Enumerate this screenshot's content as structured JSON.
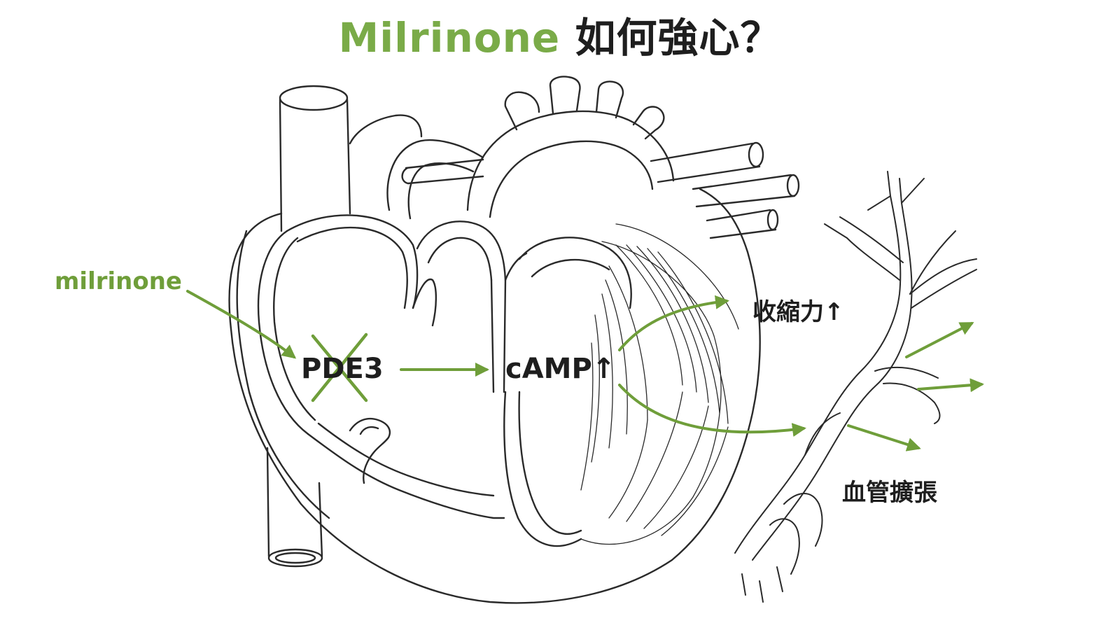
{
  "title": {
    "drug_name": "Milrinone",
    "question": "如何強心？"
  },
  "labels": {
    "milrinone": "milrinone",
    "pde3": "PDE3",
    "camp": "cAMP↑",
    "contractility": "收縮力↑",
    "vasodilation": "血管擴張"
  },
  "colors": {
    "accent_green": "#6f9e3a",
    "line_art": "#2a2a2a",
    "text_dark": "#1e1e1e",
    "background": "#ffffff"
  }
}
